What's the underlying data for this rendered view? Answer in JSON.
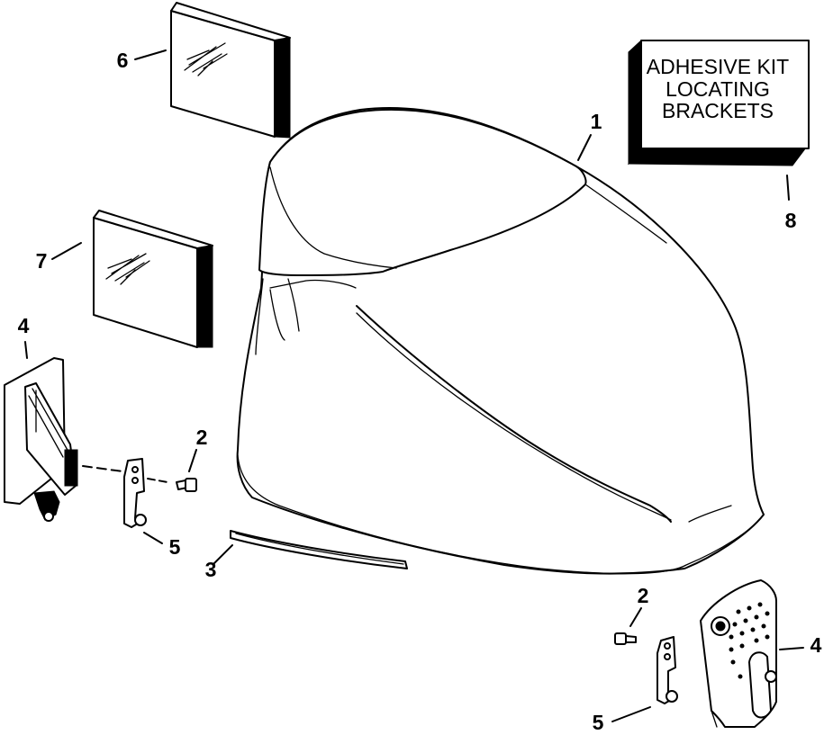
{
  "kit_box": {
    "lines": [
      "ADHESIVE KIT",
      "LOCATING",
      "BRACKETS"
    ]
  },
  "callouts": {
    "n1": "1",
    "n2_left": "2",
    "n2_right": "2",
    "n3": "3",
    "n4_left": "4",
    "n4_right": "4",
    "n5_left": "5",
    "n5_right": "5",
    "n6": "6",
    "n7": "7",
    "n8": "8"
  }
}
